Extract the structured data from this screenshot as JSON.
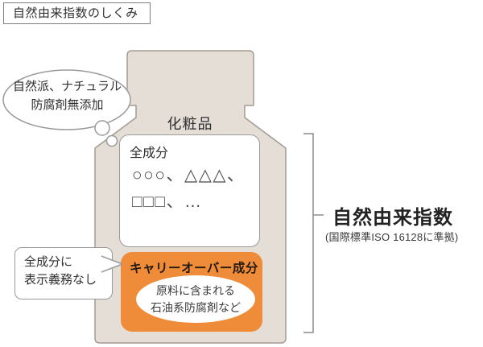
{
  "diagram_title": "自然由来指数のしくみ",
  "thought_bubble": {
    "line1": "自然派、ナチュラル",
    "line2": "防腐剤無添加"
  },
  "bottle": {
    "product_label": "化粧品"
  },
  "ingredients_box": {
    "label": "全成分",
    "symbols_line1": "○○○、△△△、",
    "symbols_line2": "□□□、…"
  },
  "carryover_box": {
    "title": "キャリーオーバー成分",
    "ellipse_line1": "原料に含まれる",
    "ellipse_line2": "石油系防腐剤など"
  },
  "note_bubble": {
    "line1": "全成分に",
    "line2": "表示義務なし"
  },
  "index_label": {
    "title": "自然由来指数",
    "subtitle": "(国際標準ISO 16128に準拠)"
  },
  "colors": {
    "bottle_fill": "#e5ded7",
    "bottle_stroke": "#a39b92",
    "carryover_orange": "#ef8c39",
    "bubble_stroke": "#9a9a9a",
    "bracket_gray": "#8c8c8c",
    "text_dark": "#2f2f2f"
  }
}
